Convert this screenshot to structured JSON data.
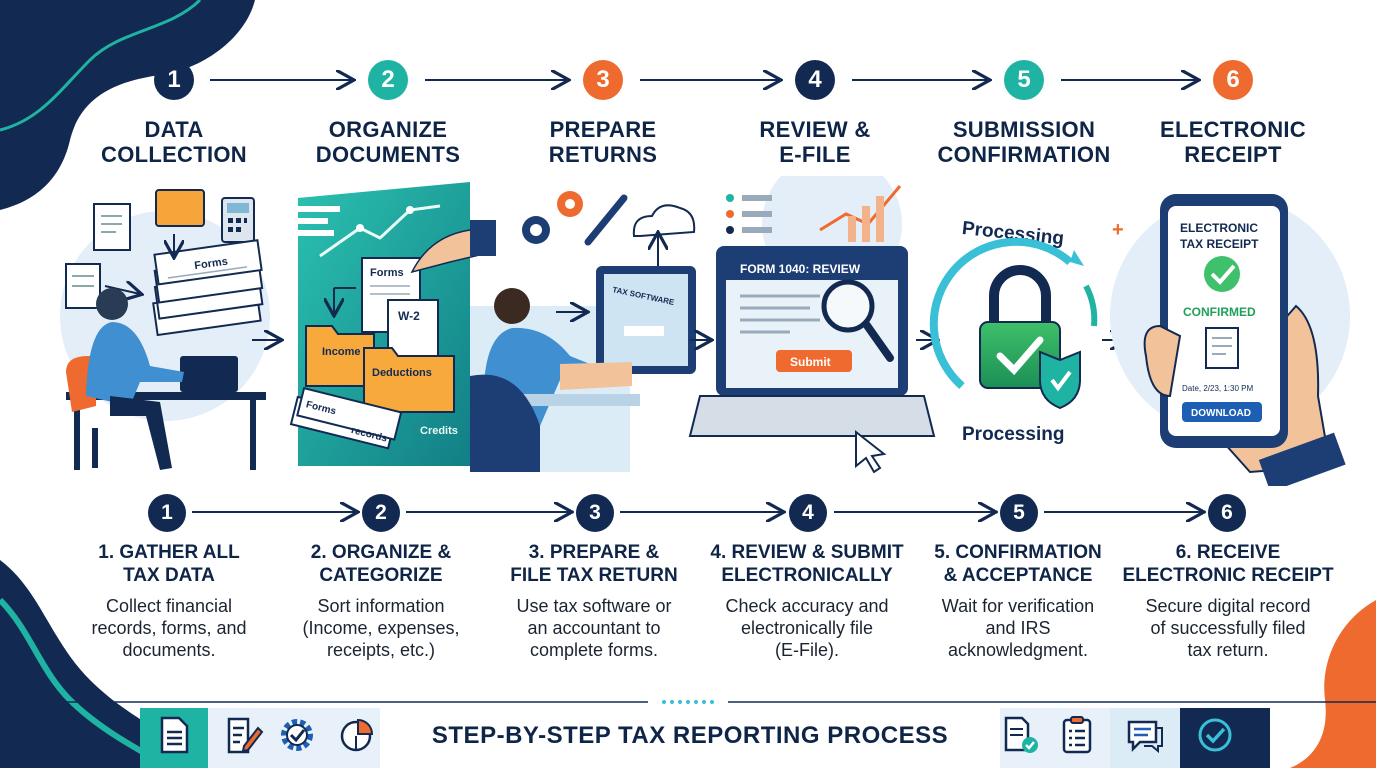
{
  "diagram": {
    "footer_title": "STEP-BY-STEP TAX REPORTING PROCESS",
    "colors": {
      "navy": "#122a52",
      "teal": "#1fb3a3",
      "orange": "#ee6a2f",
      "light_blue": "#dcecf7"
    },
    "top_steps": [
      {
        "num": "1",
        "title_line1": "DATA",
        "title_line2": "COLLECTION",
        "color": "#122a52"
      },
      {
        "num": "2",
        "title_line1": "ORGANIZE",
        "title_line2": "DOCUMENTS",
        "color": "#1fb3a3"
      },
      {
        "num": "3",
        "title_line1": "PREPARE",
        "title_line2": "RETURNS",
        "color": "#ee6a2f"
      },
      {
        "num": "4",
        "title_line1": "REVIEW &",
        "title_line2": "E-FILE",
        "color": "#122a52"
      },
      {
        "num": "5",
        "title_line1": "SUBMISSION",
        "title_line2": "CONFIRMATION",
        "color": "#1fb3a3"
      },
      {
        "num": "6",
        "title_line1": "ELECTRONIC",
        "title_line2": "RECEIPT",
        "color": "#ee6a2f"
      }
    ],
    "illustration_labels": {
      "forms_stack": "Forms",
      "forms_sheet": "Forms",
      "w2": "W-2",
      "income_folder": "Income",
      "deductions_folder": "Deductions",
      "forms_small": "Forms",
      "records": "records",
      "credits": "Credits",
      "tax_software": "TAX SOFTWARE",
      "form_review": "FORM 1040: REVIEW",
      "submit": "Submit",
      "processing_top": "Processing",
      "processing_bottom": "Processing",
      "receipt_title_line1": "ELECTRONIC",
      "receipt_title_line2": "TAX RECEIPT",
      "confirmed": "CONFIRMED",
      "receipt_date": "Date, 2/23, 1:30 PM",
      "download": "DOWNLOAD"
    },
    "bottom_steps": [
      {
        "num": "1",
        "title_line1": "1. GATHER ALL",
        "title_line2": "TAX DATA",
        "desc_line1": "Collect financial",
        "desc_line2": "records, forms, and",
        "desc_line3": "documents."
      },
      {
        "num": "2",
        "title_line1": "2. ORGANIZE &",
        "title_line2": "CATEGORIZE",
        "desc_line1": "Sort information",
        "desc_line2": "(Income, expenses,",
        "desc_line3": "receipts, etc.)"
      },
      {
        "num": "3",
        "title_line1": "3. PREPARE &",
        "title_line2": "FILE TAX RETURN",
        "desc_line1": "Use tax software or",
        "desc_line2": "an accountant to",
        "desc_line3": "complete forms."
      },
      {
        "num": "4",
        "title_line1": "4. REVIEW & SUBMIT",
        "title_line2": "ELECTRONICALLY",
        "desc_line1": "Check accuracy and",
        "desc_line2": "electronically file",
        "desc_line3": "(E-File)."
      },
      {
        "num": "5",
        "title_line1": "5. CONFIRMATION",
        "title_line2": "& ACCEPTANCE",
        "desc_line1": "Wait for verification",
        "desc_line2": "and IRS",
        "desc_line3": "acknowledgment."
      },
      {
        "num": "6",
        "title_line1": "6. RECEIVE",
        "title_line2": "ELECTRONIC RECEIPT",
        "desc_line1": "Secure digital record",
        "desc_line2": "of successfully filed",
        "desc_line3": "tax return."
      }
    ],
    "footer_icons": [
      "document-icon",
      "edit-document-icon",
      "gear-check-icon",
      "pie-chart-icon",
      "checked-document-icon",
      "checklist-clipboard-icon",
      "chat-bubble-icon",
      "check-circle-icon"
    ]
  }
}
